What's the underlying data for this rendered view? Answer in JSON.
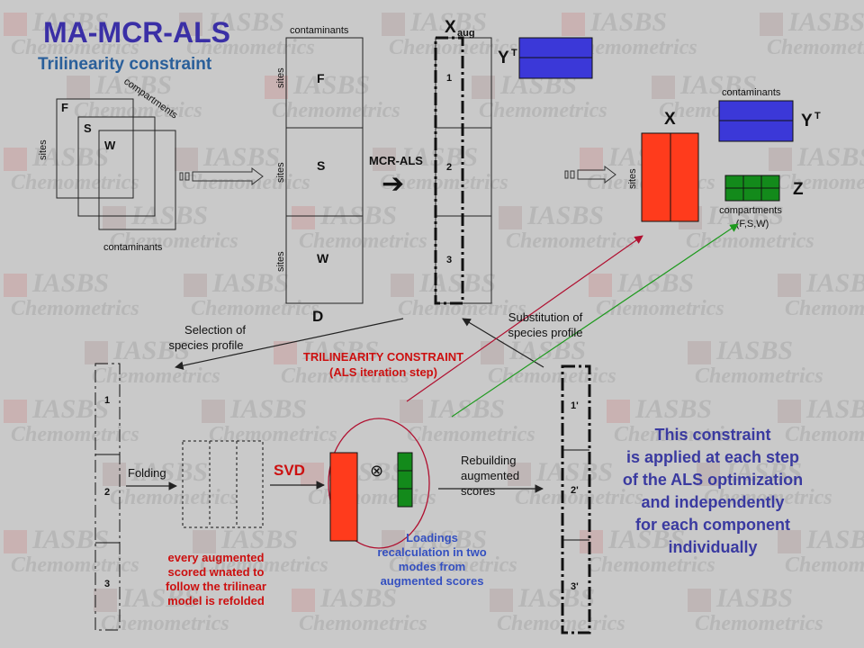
{
  "title": "MA-MCR-ALS",
  "subtitle": "Trilinearity constraint",
  "watermark": {
    "line1": "IASBS",
    "line2": "Chemometrics"
  },
  "cube": {
    "f": "F",
    "s": "S",
    "w": "W",
    "sites": "sites",
    "compartments": "compartments",
    "contaminants": "contaminants"
  },
  "stack": {
    "contaminants": "contaminants",
    "f": "F",
    "s": "S",
    "w": "W",
    "sites": "sites",
    "d": "D"
  },
  "xaug": {
    "x": "X",
    "sub": "aug",
    "k1": "1",
    "k2": "2",
    "k3": "3"
  },
  "yt": {
    "y": "Y",
    "sup": "T"
  },
  "mcr_label": "MCR-ALS",
  "arrow_glyph": "➔",
  "right": {
    "x": "X",
    "sites": "sites",
    "contaminants": "contaminants",
    "y": "Y",
    "sup": "T",
    "z": "Z",
    "comp1": "compartments",
    "comp2": "(F,S,W)"
  },
  "selection": {
    "l1": "Selection of",
    "l2": "species profile"
  },
  "substitution": {
    "l1": "Substitution of",
    "l2": "species profile"
  },
  "trilinearity": {
    "l1": "TRILINEARITY CONSTRAINT",
    "l2": "(ALS iteration step)"
  },
  "left_col": {
    "k1": "1",
    "k2": "2",
    "k3": "3"
  },
  "folding": "Folding",
  "svd": "SVD",
  "otimes": "⊗",
  "rebuilding": {
    "l1": "Rebuilding",
    "l2": "augmented",
    "l3": "scores"
  },
  "right_col": {
    "k1": "1'",
    "k2": "2'",
    "k3": "3'"
  },
  "red_note": "every augmented scored wnated to follow the trilinear model is refolded",
  "blue_note": "Loadings recalculation in two modes from augmented scores",
  "big_note": {
    "l1": "This constraint",
    "l2": "is applied at each step",
    "l3": "of the ALS optimization",
    "l4": "and independently",
    "l5": "for each component",
    "l6": "individually"
  },
  "colors": {
    "blue": "#3b38d8",
    "red": "#ff3b1c",
    "green": "#138a1b",
    "title": "#3a2fa6",
    "dark_red": "#b01030",
    "arrow_green": "#1e9a1e"
  }
}
